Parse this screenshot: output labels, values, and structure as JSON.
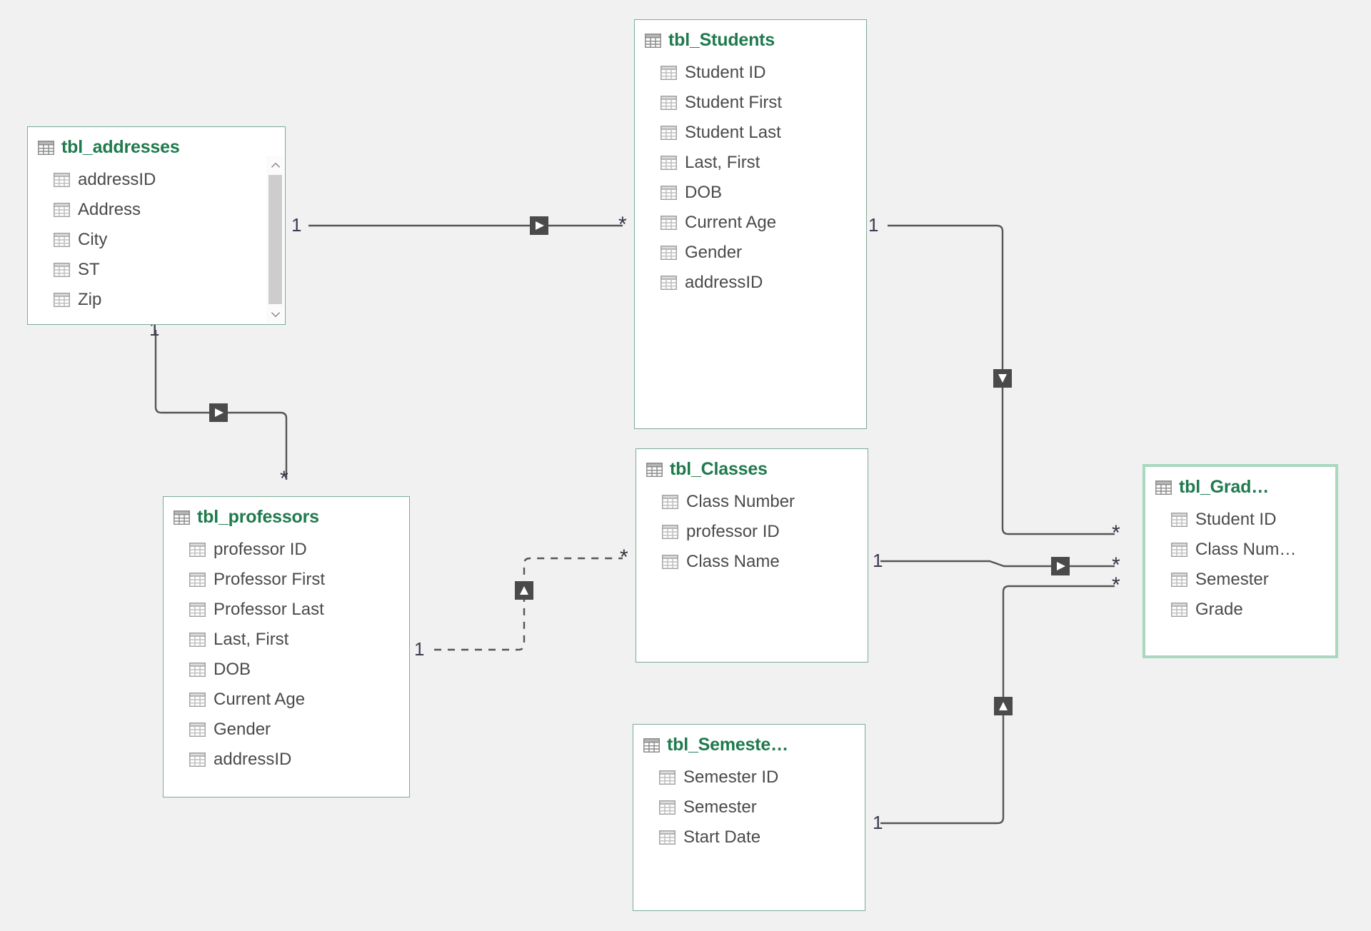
{
  "diagram": {
    "title": "Model relationships view",
    "background_color": "#f1f1f1",
    "table_border_color": "#7aab93",
    "table_title_color": "#1f7a4d",
    "selected_border_color": "#a8d8bf",
    "line_color": "#555555",
    "field_text_color": "#4a4a4a"
  },
  "tables": [
    {
      "id": "tbl_addresses",
      "name": "tbl_addresses",
      "icon": "table-icon",
      "selected": false,
      "has_scrollbar": true,
      "scrollbar": {
        "up_arrow": "chevron-up-icon",
        "down_arrow": "chevron-down-icon"
      },
      "fields": [
        {
          "name": "addressID",
          "icon": "field-icon"
        },
        {
          "name": "Address",
          "icon": "field-icon"
        },
        {
          "name": "City",
          "icon": "field-icon"
        },
        {
          "name": "ST",
          "icon": "field-icon"
        },
        {
          "name": "Zip",
          "icon": "field-icon"
        }
      ]
    },
    {
      "id": "tbl_Students",
      "name": "tbl_Students",
      "icon": "table-icon",
      "selected": false,
      "has_scrollbar": false,
      "fields": [
        {
          "name": "Student ID",
          "icon": "field-icon"
        },
        {
          "name": "Student First",
          "icon": "field-icon"
        },
        {
          "name": "Student Last",
          "icon": "field-icon"
        },
        {
          "name": "Last, First",
          "icon": "field-icon"
        },
        {
          "name": "DOB",
          "icon": "field-icon"
        },
        {
          "name": "Current Age",
          "icon": "field-icon"
        },
        {
          "name": "Gender",
          "icon": "field-icon"
        },
        {
          "name": "addressID",
          "icon": "field-icon"
        }
      ]
    },
    {
      "id": "tbl_professors",
      "name": "tbl_professors",
      "icon": "table-icon",
      "selected": false,
      "has_scrollbar": false,
      "fields": [
        {
          "name": "professor ID",
          "icon": "field-icon"
        },
        {
          "name": "Professor First",
          "icon": "field-icon"
        },
        {
          "name": "Professor Last",
          "icon": "field-icon"
        },
        {
          "name": "Last, First",
          "icon": "field-icon"
        },
        {
          "name": "DOB",
          "icon": "field-icon"
        },
        {
          "name": "Current Age",
          "icon": "field-icon"
        },
        {
          "name": "Gender",
          "icon": "field-icon"
        },
        {
          "name": "addressID",
          "icon": "field-icon"
        }
      ]
    },
    {
      "id": "tbl_Classes",
      "name": "tbl_Classes",
      "icon": "table-icon",
      "selected": false,
      "has_scrollbar": false,
      "fields": [
        {
          "name": "Class Number",
          "icon": "field-icon"
        },
        {
          "name": "professor ID",
          "icon": "field-icon"
        },
        {
          "name": "Class Name",
          "icon": "field-icon"
        }
      ]
    },
    {
      "id": "tbl_Semesters",
      "name": "tbl_Semeste…",
      "icon": "table-icon",
      "selected": false,
      "has_scrollbar": false,
      "fields": [
        {
          "name": "Semester ID",
          "icon": "field-icon"
        },
        {
          "name": "Semester",
          "icon": "field-icon"
        },
        {
          "name": "Start Date",
          "icon": "field-icon"
        }
      ]
    },
    {
      "id": "tbl_Grades",
      "name": "tbl_Grad…",
      "icon": "table-icon",
      "selected": true,
      "has_scrollbar": false,
      "fields": [
        {
          "name": "Student ID",
          "icon": "field-icon"
        },
        {
          "name": "Class Num…",
          "icon": "field-icon"
        },
        {
          "name": "Semester",
          "icon": "field-icon"
        },
        {
          "name": "Grade",
          "icon": "field-icon"
        }
      ]
    }
  ],
  "relationships": [
    {
      "id": "rel-addresses-students",
      "from_table": "tbl_addresses",
      "to_table": "tbl_Students",
      "from_cardinality": "1",
      "to_cardinality": "*",
      "style": "solid",
      "cross_filter_direction": "single",
      "marker": "arrow-right-icon",
      "active": true
    },
    {
      "id": "rel-addresses-professors",
      "from_table": "tbl_addresses",
      "to_table": "tbl_professors",
      "from_cardinality": "1",
      "to_cardinality": "*",
      "style": "solid",
      "cross_filter_direction": "single",
      "marker": "arrow-right-icon",
      "active": true
    },
    {
      "id": "rel-professors-classes",
      "from_table": "tbl_professors",
      "to_table": "tbl_Classes",
      "from_cardinality": "1",
      "to_cardinality": "*",
      "style": "dashed",
      "cross_filter_direction": "single",
      "marker": "arrow-up-icon",
      "active": false
    },
    {
      "id": "rel-students-grades",
      "from_table": "tbl_Students",
      "to_table": "tbl_Grades",
      "from_cardinality": "1",
      "to_cardinality": "*",
      "style": "solid",
      "cross_filter_direction": "single",
      "marker": "arrow-down-icon",
      "active": true
    },
    {
      "id": "rel-classes-grades",
      "from_table": "tbl_Classes",
      "to_table": "tbl_Grades",
      "from_cardinality": "1",
      "to_cardinality": "*",
      "style": "solid",
      "cross_filter_direction": "single",
      "marker": "arrow-right-icon",
      "active": true
    },
    {
      "id": "rel-semesters-grades",
      "from_table": "tbl_Semesters",
      "to_table": "tbl_Grades",
      "from_cardinality": "1",
      "to_cardinality": "*",
      "style": "solid",
      "cross_filter_direction": "single",
      "marker": "arrow-up-icon",
      "active": true
    }
  ],
  "cardinality_labels": {
    "one": "1",
    "many": "*"
  }
}
